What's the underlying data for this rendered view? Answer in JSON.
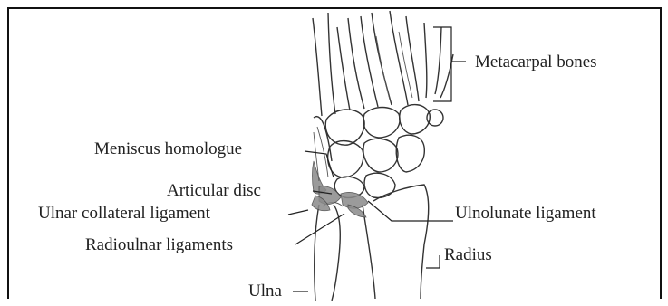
{
  "labels": {
    "metacarpal": "Metacarpal bones",
    "meniscus": "Meniscus homologue",
    "articular_disc": "Articular disc",
    "ulnar_collateral": "Ulnar collateral ligament",
    "ulnolunate": "Ulnolunate ligament",
    "radioulnar": "Radioulnar ligaments",
    "radius": "Radius",
    "ulna": "Ulna"
  }
}
